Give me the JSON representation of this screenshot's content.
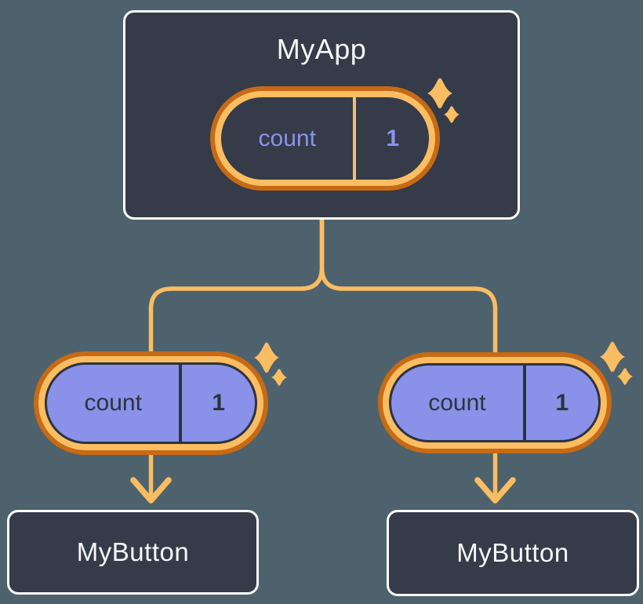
{
  "diagram": {
    "type": "component-tree",
    "root_component": {
      "title": "MyApp",
      "state_pill": {
        "name": "count",
        "value": "1"
      }
    },
    "child_components": [
      {
        "title": "MyButton",
        "prop_pill": {
          "name": "count",
          "value": "1"
        }
      },
      {
        "title": "MyButton",
        "prop_pill": {
          "name": "count",
          "value": "1"
        }
      }
    ]
  },
  "colors": {
    "background": "#4D626C",
    "card_fill": "#353B48",
    "card_border": "#FFFFFF",
    "ring_outer_orange": "#C76A15",
    "ring_inner_amber": "#FABD62",
    "connector_amber": "#FABD62",
    "pill_purple": "#8A91E8",
    "text_light": "#F6F7F9",
    "text_dark_navy": "#2D3340",
    "state_text_lavender": "#8A93EC"
  }
}
